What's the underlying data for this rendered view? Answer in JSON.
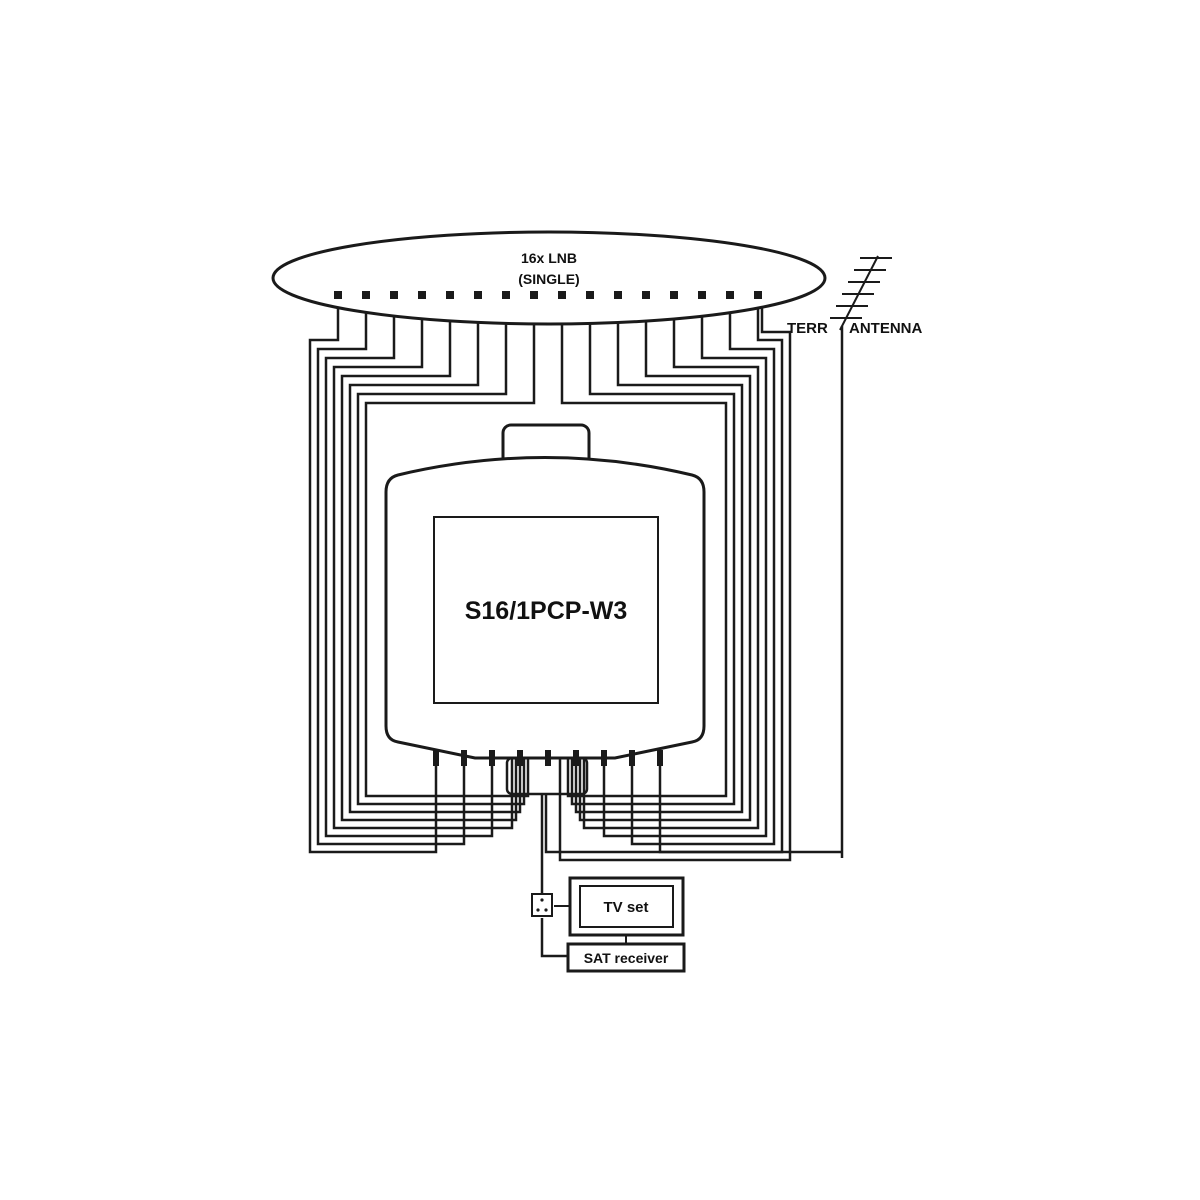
{
  "lnb": {
    "line1": "16x LNB",
    "line2": "(SINGLE)",
    "count": 16
  },
  "antenna": {
    "label_left": "TERR",
    "label_right": "ANTENNA"
  },
  "switch": {
    "model": "S16/1PCP-W3"
  },
  "devices": {
    "tv": "TV set",
    "receiver": "SAT receiver"
  }
}
